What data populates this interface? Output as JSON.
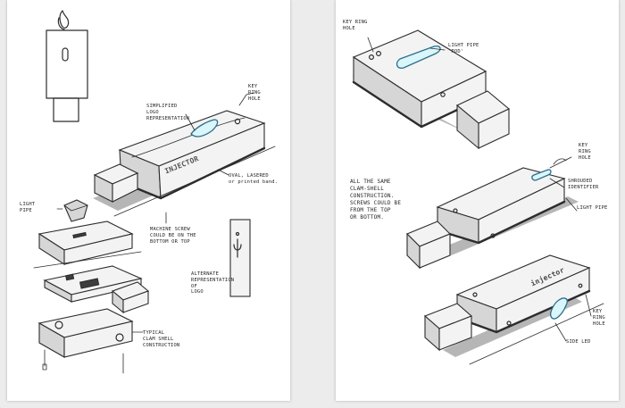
{
  "left_sheet": {
    "callouts": {
      "key_ring_hole": "KEY\nRING\nHOLE",
      "simplified_logo": "SIMPLIFIED\nLOGO\nREPRESENTATION",
      "oval_lasered": "OVAL, LASERED\nor printed band.",
      "light_pipe": "LIGHT\nPIPE",
      "machine_screw": "MACHINE SCREW\nCOULD BE ON THE\nBOTTOM OR TOP",
      "alternate_logo": "ALTERNATE\nREPRESENTATION\nOF\nLOGO",
      "typical_clam_shell": "TYPICAL\nCLAM SHELL\nCONSTRUCTION"
    },
    "device_logo": "INJECTOR"
  },
  "right_sheet": {
    "callouts": {
      "key_ring_hole": "KEY RING\nHOLE",
      "light_pipe_rod": "LIGHT PIPE\n'ROD'",
      "key_ring_hole_2": "KEY\nRING\nHOLE",
      "shrouded": "SHROUDED\nIDENTIFIER",
      "light_pipe": "LIGHT PIPE",
      "clam_shell_note": "ALL THE SAME\nCLAM-SHELL\nCONSTRUCTION.\nSCREWS COULD BE\nFROM THE TOP\nOR BOTTOM.",
      "key_ring_hole_3": "KEY\nRING\nHOLE",
      "side_led": "SIDE LED"
    },
    "device_logo": "injector"
  },
  "colors": {
    "light_pipe_glow": "#d9f6fb",
    "ink": "#2c2c2c",
    "paper": "#ffffff"
  }
}
